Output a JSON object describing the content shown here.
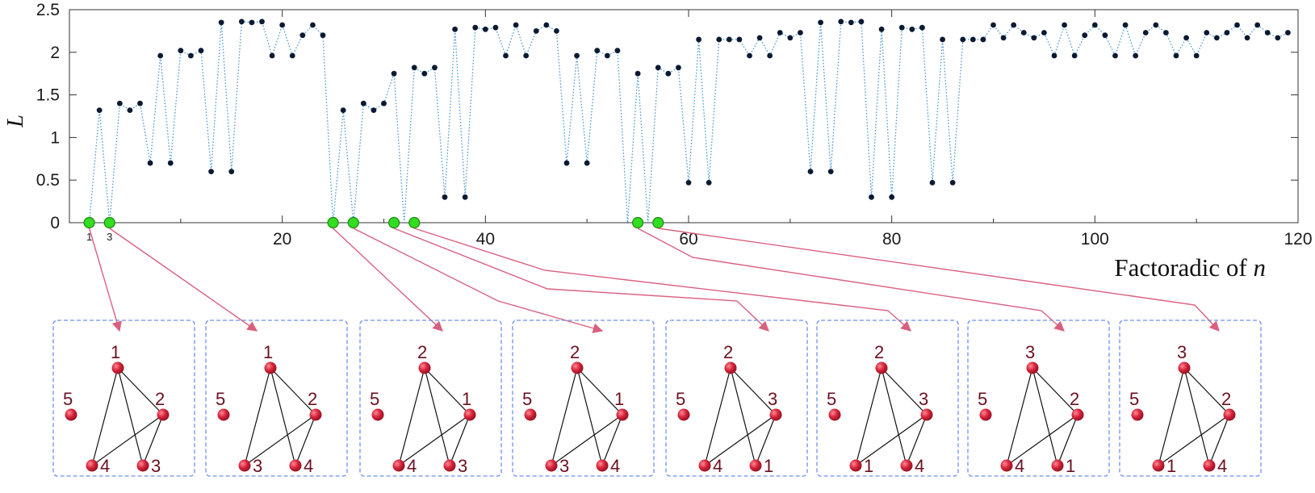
{
  "chart_data": {
    "type": "scatter",
    "xlabel": "Factoradic of ",
    "xlabel_var": "n",
    "ylabel": "L",
    "xlim": [
      0,
      120
    ],
    "ylim": [
      0,
      2.5
    ],
    "x_ticks": [
      "20",
      "40",
      "60",
      "80",
      "100",
      "120"
    ],
    "x_tick_values": [
      20,
      40,
      60,
      80,
      100,
      120
    ],
    "y_ticks": [
      "0",
      "0.5",
      "1",
      "1.5",
      "2",
      "2.5"
    ],
    "y_tick_values": [
      0,
      0.5,
      1,
      1.5,
      2,
      2.5
    ],
    "extra_x_labels": [
      {
        "x": 1,
        "label": "1"
      },
      {
        "x": 3,
        "label": "3"
      }
    ],
    "grid": false,
    "line_style": "dotted",
    "line_color": "#4f9bd1",
    "point_color": "#0b1a33",
    "highlight_color": "#33dd22",
    "values": [
      0,
      1.32,
      0,
      1.4,
      1.32,
      1.4,
      0.7,
      1.96,
      0.7,
      2.02,
      1.96,
      2.02,
      0.6,
      2.35,
      0.6,
      2.36,
      2.35,
      2.36,
      1.96,
      2.32,
      1.96,
      2.2,
      2.32,
      2.2,
      0,
      1.32,
      0,
      1.4,
      1.32,
      1.4,
      1.75,
      0,
      1.82,
      1.75,
      1.82,
      0.3,
      2.27,
      0.3,
      2.29,
      2.27,
      2.29,
      1.96,
      2.32,
      1.96,
      2.25,
      2.32,
      2.25,
      0.7,
      1.96,
      0.7,
      2.02,
      1.96,
      2.02,
      0,
      1.75,
      0,
      1.82,
      1.75,
      1.82,
      0.47,
      2.15,
      0.47,
      2.15,
      2.15,
      2.15,
      1.96,
      2.17,
      1.96,
      2.23,
      2.17,
      2.23,
      0.6,
      2.35,
      0.6,
      2.36,
      2.35,
      2.36,
      0.3,
      2.27,
      0.3,
      2.29,
      2.27,
      2.29,
      0.47,
      2.15,
      0.47,
      2.15,
      2.15,
      2.15,
      2.32,
      2.17,
      2.32,
      2.23,
      2.17,
      2.23,
      1.96,
      2.32,
      1.96,
      2.2,
      2.32,
      2.2,
      1.96,
      2.32,
      1.96,
      2.23,
      2.32,
      2.23,
      1.96,
      2.17,
      1.96,
      2.23,
      2.17,
      2.23,
      2.32,
      2.17,
      2.32,
      2.23,
      2.17,
      2.23
    ],
    "highlight_x": [
      1,
      3,
      25,
      27,
      31,
      33,
      55,
      57
    ]
  },
  "graphs": [
    {
      "labels": {
        "top": "1",
        "right": "2",
        "bl": "4",
        "br": "3",
        "left": "5"
      }
    },
    {
      "labels": {
        "top": "1",
        "right": "2",
        "bl": "3",
        "br": "4",
        "left": "5"
      }
    },
    {
      "labels": {
        "top": "2",
        "right": "1",
        "bl": "4",
        "br": "3",
        "left": "5"
      }
    },
    {
      "labels": {
        "top": "2",
        "right": "1",
        "bl": "3",
        "br": "4",
        "left": "5"
      }
    },
    {
      "labels": {
        "top": "2",
        "right": "3",
        "bl": "4",
        "br": "1",
        "left": "5"
      }
    },
    {
      "labels": {
        "top": "2",
        "right": "3",
        "bl": "1",
        "br": "4",
        "left": "5"
      }
    },
    {
      "labels": {
        "top": "3",
        "right": "2",
        "bl": "4",
        "br": "1",
        "left": "5"
      }
    },
    {
      "labels": {
        "top": "3",
        "right": "2",
        "bl": "1",
        "br": "4",
        "left": "5"
      }
    }
  ],
  "colors": {
    "axis": "#333333",
    "connector": "#d9607f",
    "box_border": "#6f8ff0",
    "node": "#d6243a",
    "edge": "#111111"
  }
}
